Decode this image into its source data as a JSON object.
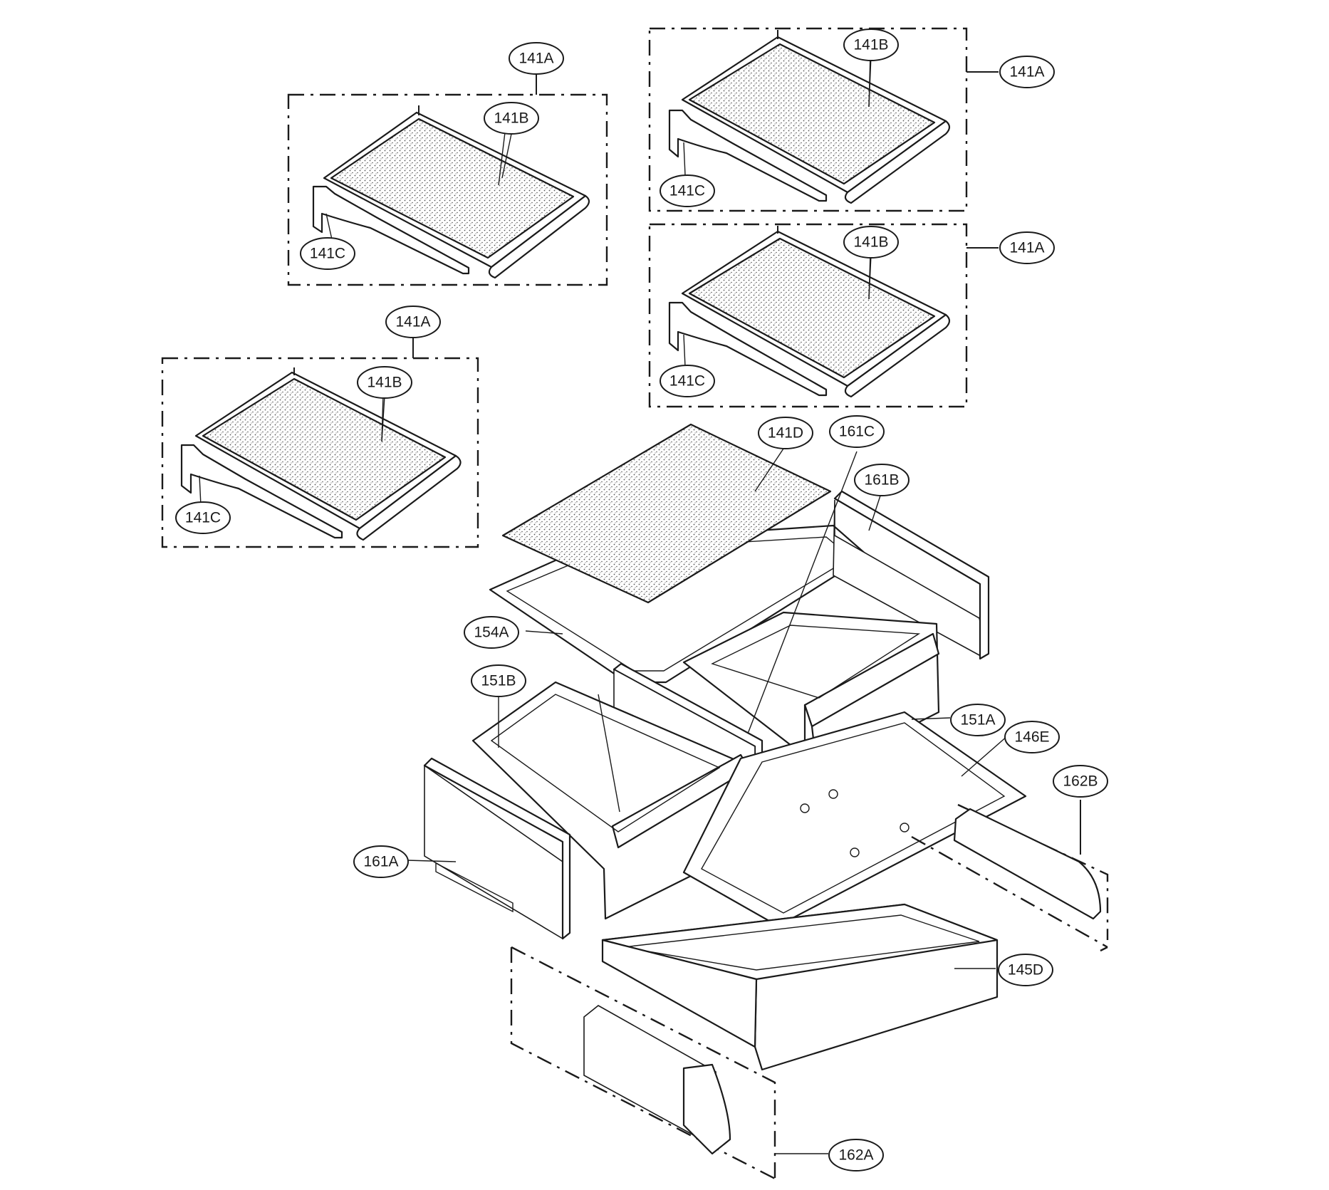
{
  "diagram": {
    "type": "exploded-parts-diagram",
    "labels": {
      "g1_a": "141A",
      "g1_b": "141B",
      "g1_c": "141C",
      "g2_a": "141A",
      "g2_b": "141B",
      "g2_c": "141C",
      "g3_a": "141A",
      "g3_b": "141B",
      "g3_c": "141C",
      "g4_a": "141A",
      "g4_b": "141B",
      "g4_c": "141C",
      "d141": "141D",
      "c161": "161C",
      "b161": "161B",
      "a154": "154A",
      "b151": "151B",
      "a151": "151A",
      "e146": "146E",
      "b162": "162B",
      "a161": "161A",
      "d145": "145D",
      "a162": "162A"
    },
    "colors": {
      "ink": "#1a1a1a",
      "paper": "#ffffff",
      "glass_dots": "#555555"
    }
  }
}
